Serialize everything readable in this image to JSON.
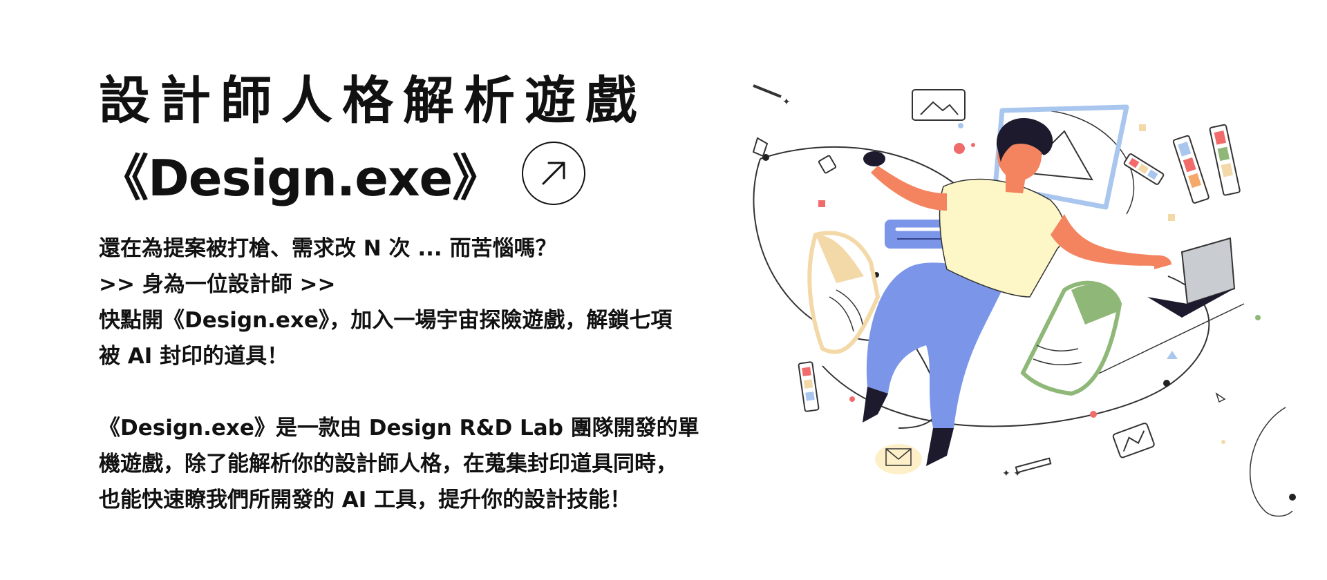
{
  "header": {
    "title_line1": "設計師人格解析遊戲",
    "title_line2": "《Design.exe》"
  },
  "link_icon": "arrow-up-right-icon",
  "intro": {
    "lines": [
      "還在為提案被打槍、需求改 N 次 ... 而苦惱嗎？",
      ">> 身為一位設計師 >>",
      "快點開《Design.exe》，加入一場宇宙探險遊戲，解鎖七項",
      "被 AI 封印的道具！"
    ]
  },
  "description": {
    "lines": [
      "《Design.exe》是一款由 Design R&D Lab 團隊開發的單",
      "機遊戲，除了能解析你的設計師人格，在蒐集封印道具同時，",
      "也能快速瞭我們所開發的 AI 工具，提升你的設計技能！"
    ]
  },
  "illustration": {
    "subject": "designer-floating-with-tools-illustration",
    "colors": {
      "skin": "#f4845f",
      "shirt": "#fdf6c6",
      "pants": "#7b96e8",
      "hair": "#1d1a2e",
      "laptop": "#c9cdd2",
      "green": "#8fb878",
      "beige": "#f3d9a8",
      "blue_frame": "#a9c6ee",
      "red": "#f16b6b"
    }
  }
}
